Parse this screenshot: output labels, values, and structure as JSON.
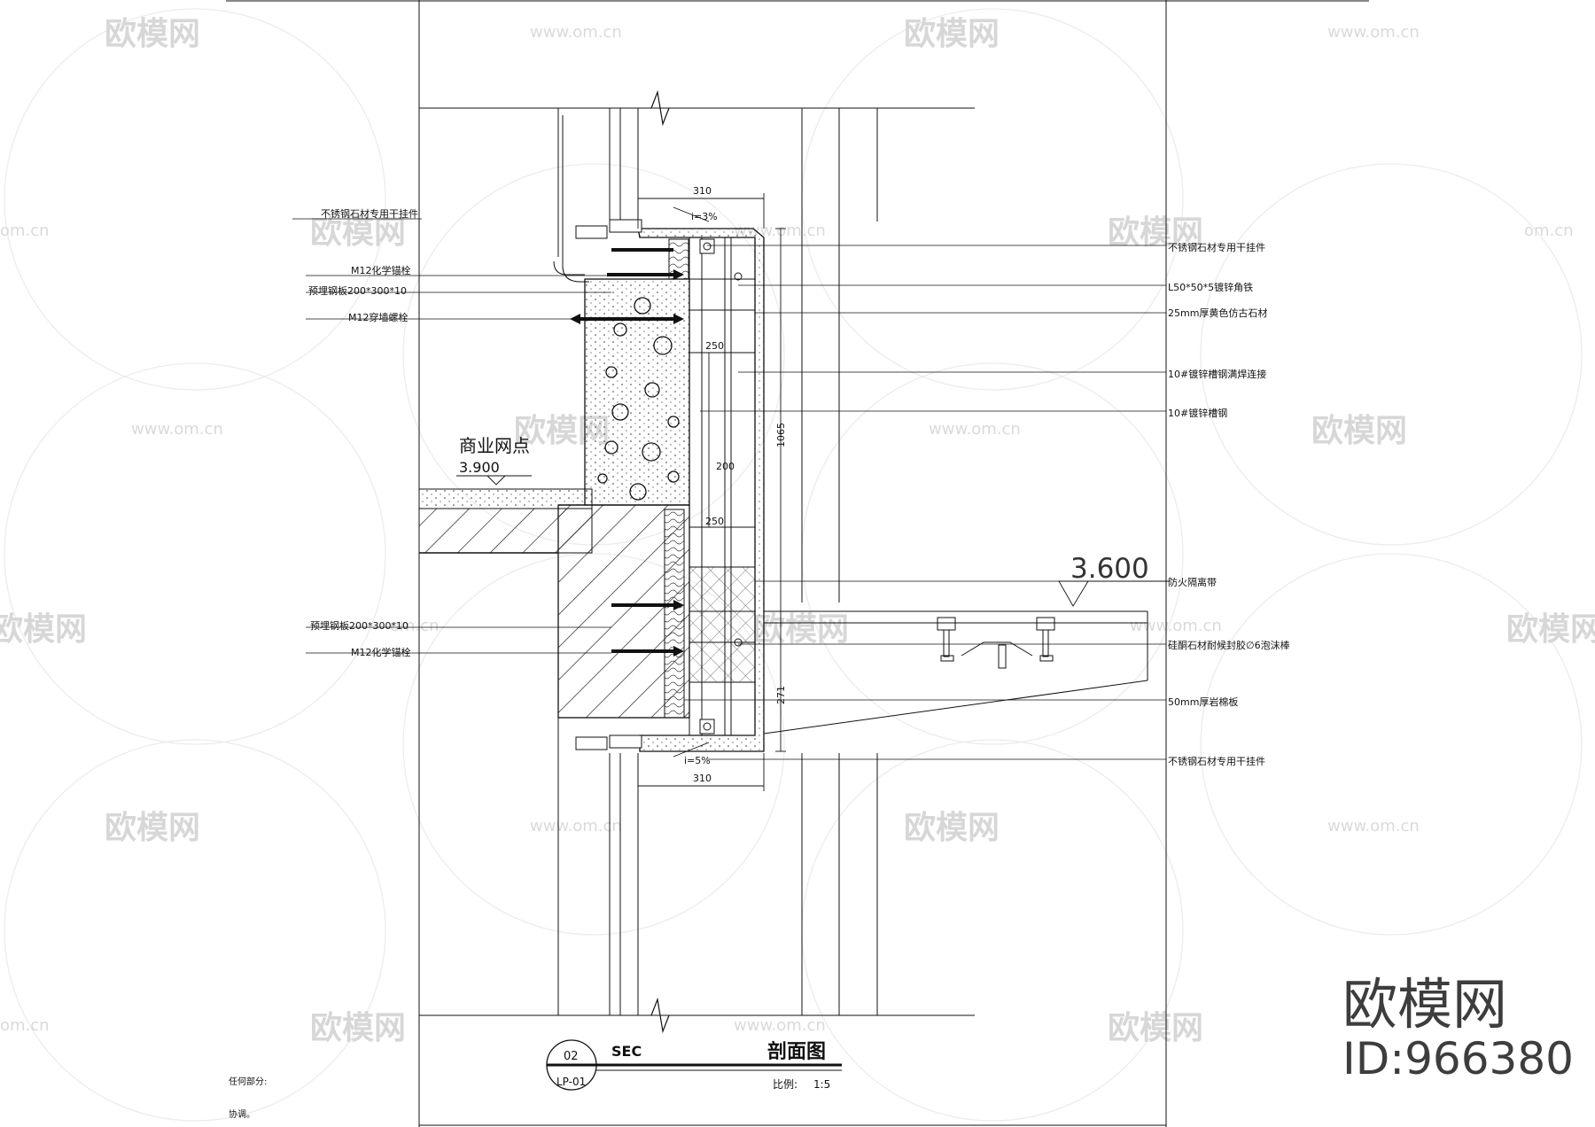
{
  "section_title": "剖面图",
  "section_code": "SEC",
  "detail_no": "02",
  "sheet_no": "LP-01",
  "scale_label": "比例:",
  "scale_value": "1:5",
  "left_notes": [
    "任何部分:",
    "协调。"
  ],
  "room_label": "商业网点",
  "levels": {
    "upper": "3.900",
    "lower": "3.600"
  },
  "slopes": {
    "top": "i=3%",
    "bottom": "i=5%"
  },
  "dimensions": {
    "top_width": "310",
    "bottom_width": "310",
    "height": "1065",
    "d1": "250",
    "d2": "200",
    "d3": "250",
    "bottom": "271"
  },
  "left_callouts": [
    "不锈钢石材专用干挂件",
    "M12化学锚栓",
    "预埋钢板200*300*10",
    "M12穿墙螺栓",
    "预埋钢板200*300*10",
    "M12化学锚栓"
  ],
  "right_callouts": [
    "不锈钢石材专用干挂件",
    "L50*50*5镀锌角铁",
    "25mm厚黄色仿古石材",
    "10#镀锌槽钢满焊连接",
    "10#镀锌槽钢",
    "防火隔离带",
    "硅酮石材耐候封胶∅6泡沫棒",
    "50mm厚岩棉板",
    "不锈钢石材专用干挂件"
  ],
  "watermark": {
    "brand": "欧模网",
    "url": "www.om.cn",
    "url_short": "om.cn",
    "id": "ID:966380"
  }
}
